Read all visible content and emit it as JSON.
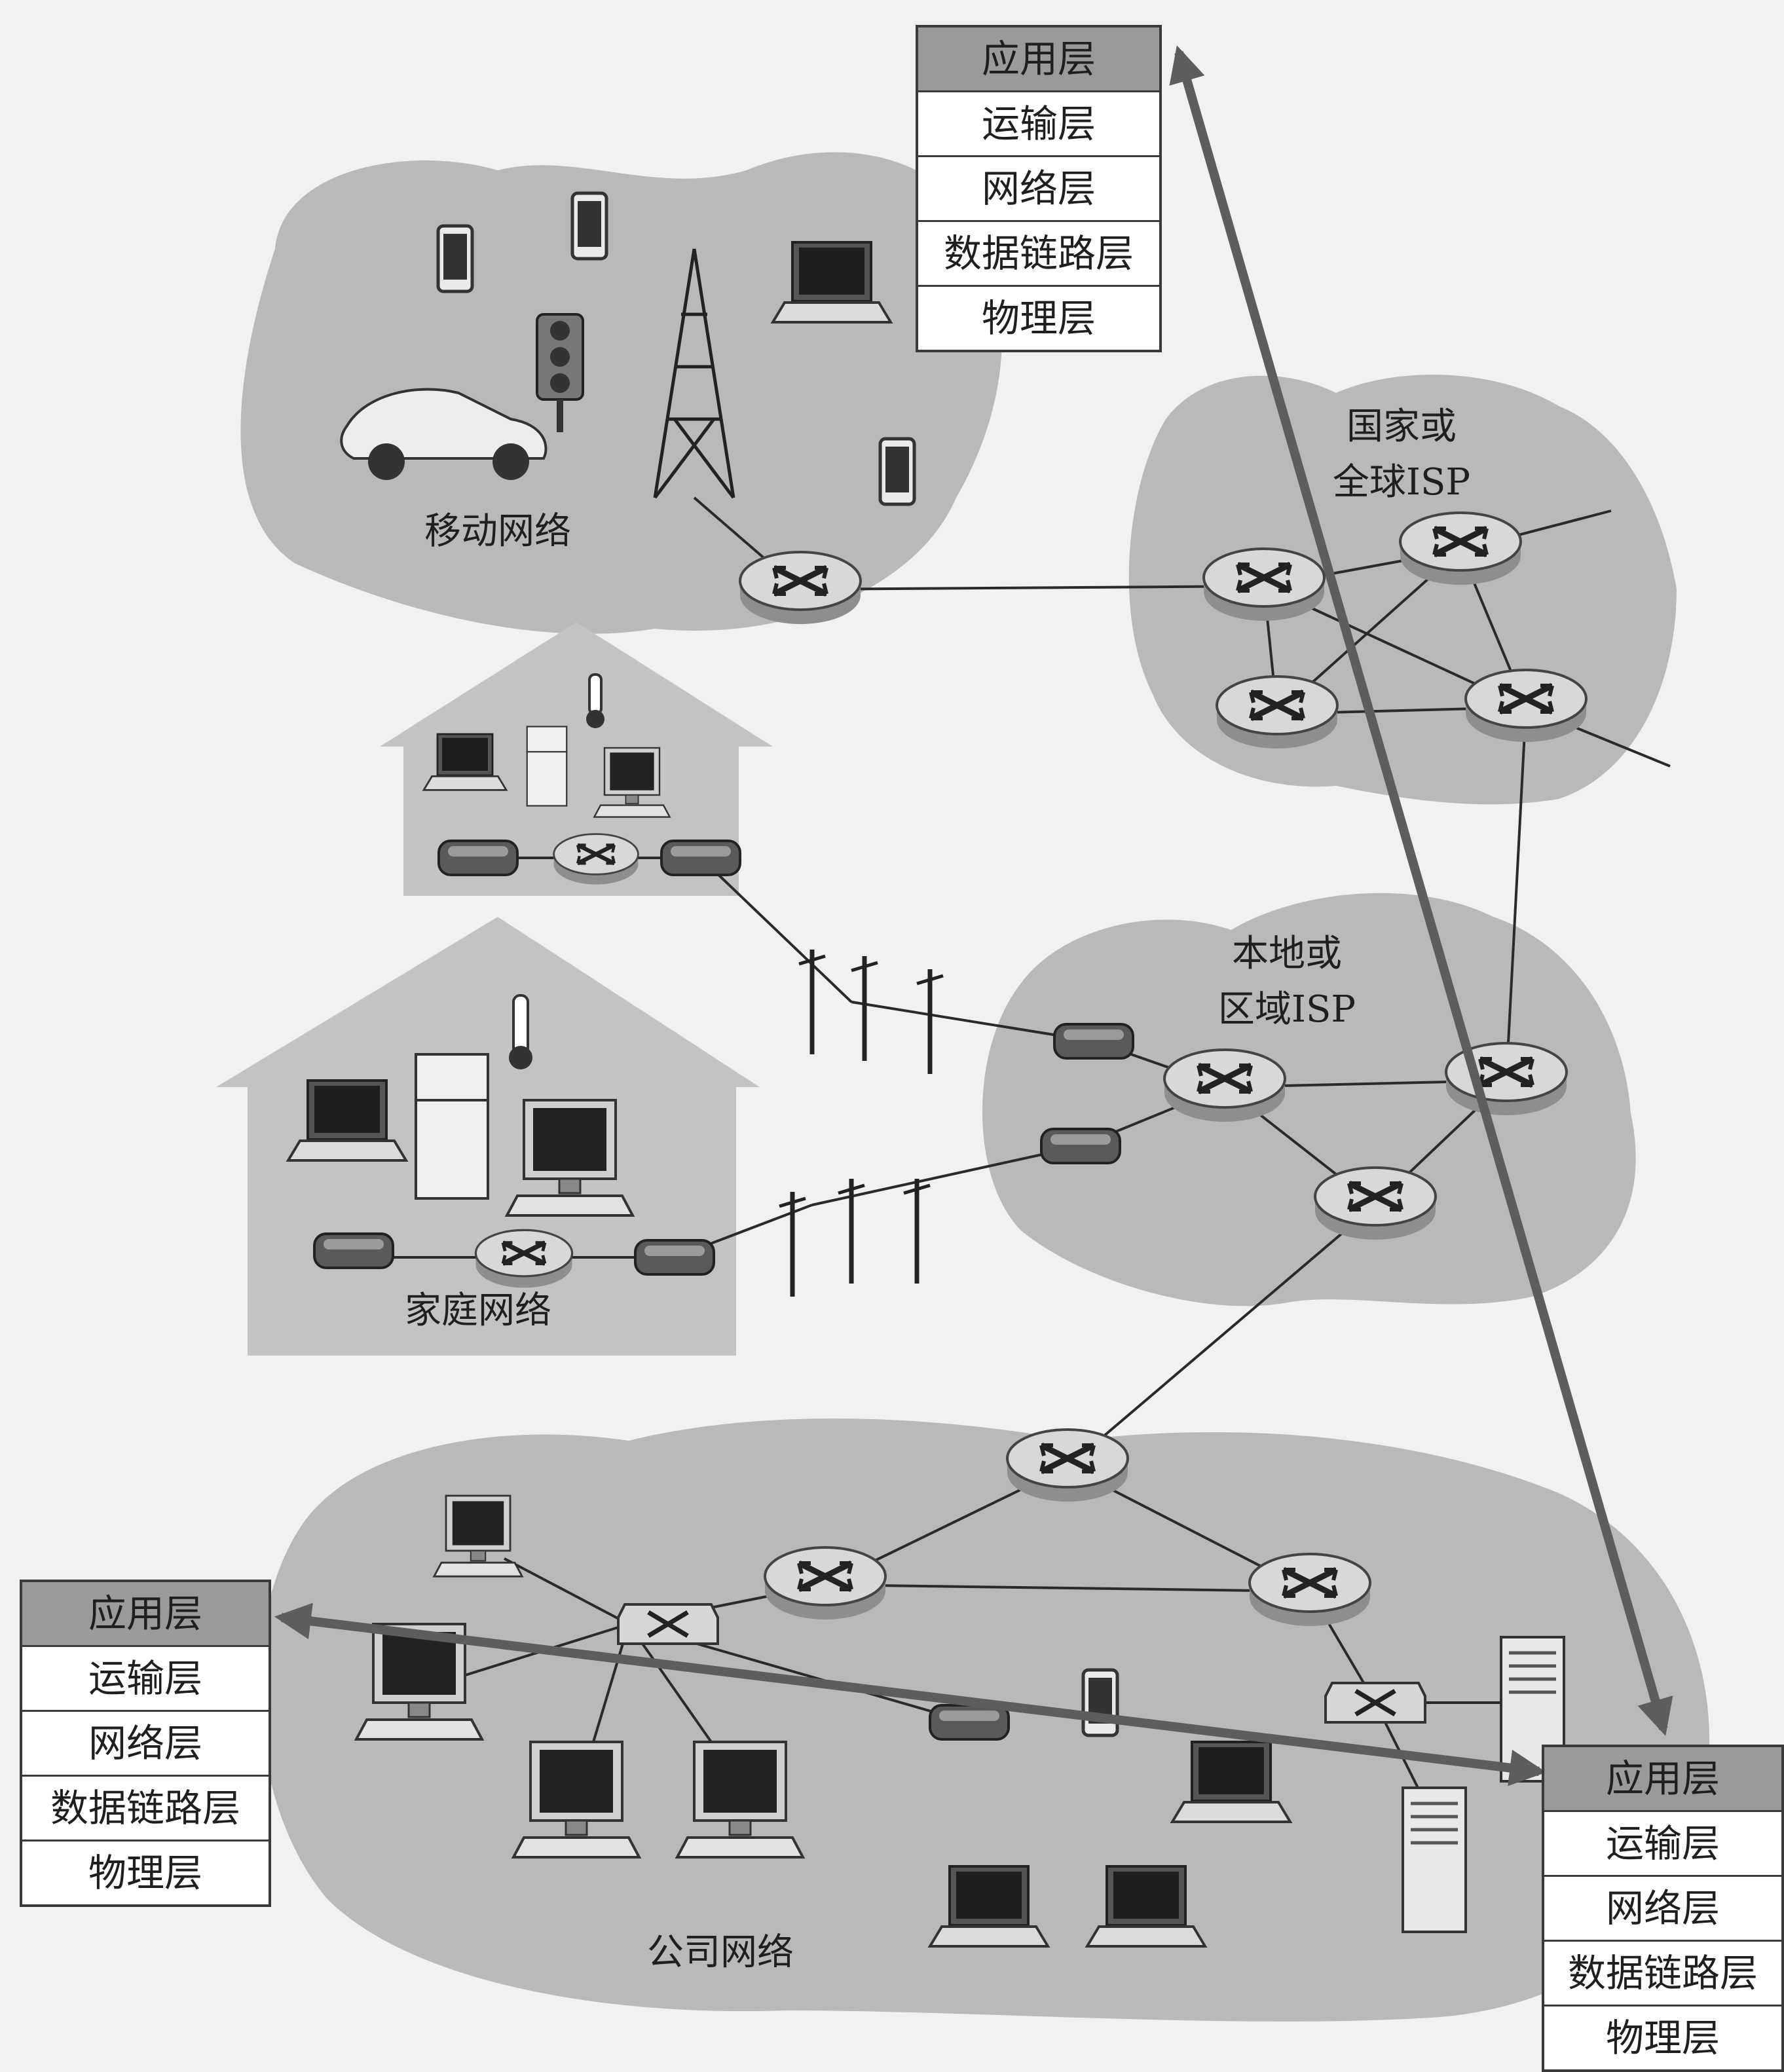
{
  "colors": {
    "cloud": "#b9b9b9",
    "house": "#c3c3c3",
    "arrow": "#5d5d5d",
    "router": "#cfcfcf",
    "link": "#2a2a2a",
    "app_layer": "#9a9a9a"
  },
  "regions": {
    "mobile": "移动网络",
    "global_isp_line1": "国家或",
    "global_isp_line2": "全球ISP",
    "regional_isp_line1": "本地或",
    "regional_isp_line2": "区域ISP",
    "home": "家庭网络",
    "enterprise": "公司网络"
  },
  "stacks": [
    {
      "name": "top",
      "layers": [
        "应用层",
        "运输层",
        "网络层",
        "数据链路层",
        "物理层"
      ]
    },
    {
      "name": "left",
      "layers": [
        "应用层",
        "运输层",
        "网络层",
        "数据链路层",
        "物理层"
      ]
    },
    {
      "name": "bottom-right",
      "layers": [
        "应用层",
        "运输层",
        "网络层",
        "数据链路层",
        "物理层"
      ]
    }
  ]
}
